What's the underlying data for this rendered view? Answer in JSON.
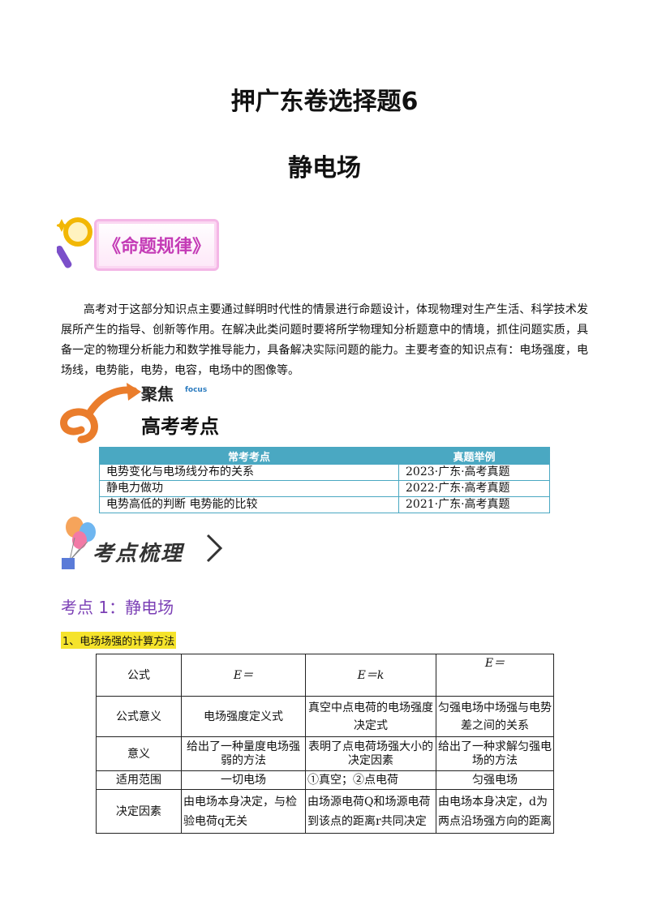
{
  "title": "押广东卷选择题6",
  "subtitle": "静电场",
  "banner_rules": "《命题规律》",
  "intro": "高考对于这部分知识点主要通过鲜明时代性的情景进行命题设计，体现物理对生产生活、科学技术发展所产生的指导、创新等作用。在解决此类问题时要将所学物理知分析题意中的情境，抓住问题实质，具备一定的物理分析能力和数学推导能力，具备解决实际问题的能力。主要考查的知识点有：电场强度，电场线，电势能，电势，电容，电场中的图像等。",
  "banner_focus": {
    "line1": "聚焦",
    "tag": "focus",
    "line2": "高考考点"
  },
  "exam_table": {
    "headers": [
      "常考考点",
      "真题举例"
    ],
    "rows": [
      [
        "电势变化与电场线分布的关系",
        "2023·广东·高考真题"
      ],
      [
        "静电力做功",
        "2022·广东·高考真题"
      ],
      [
        "电势高低的判断  电势能的比较",
        "2021·广东·高考真题"
      ]
    ]
  },
  "banner_review": "考点梳理",
  "section_title": "考点 1：静电场",
  "sub_title": "1、电场场强的计算方法",
  "main_table": {
    "r0": {
      "c0": "公式",
      "c1": "E＝",
      "c2": "E＝k",
      "c3": "E＝"
    },
    "r1": {
      "c0": "公式意义",
      "c1": "电场强度定义式",
      "c2": "真空中点电荷的电场强度决定式",
      "c3": "匀强电场中场强与电势差之间的关系"
    },
    "r2": {
      "c0": "意义",
      "c1": "给出了一种量度电场强弱的方法",
      "c2": "表明了点电荷场强大小的决定因素",
      "c3": "给出了一种求解匀强电场的方法"
    },
    "r3": {
      "c0": "适用范围",
      "c1": "一切电场",
      "c2": "①真空；②点电荷",
      "c3": "匀强电场"
    },
    "r4": {
      "c0": "决定因素",
      "c1": "由电场本身决定，与检验电荷q无关",
      "c2": "由场源电荷Q和场源电荷到该点的距离r共同决定",
      "c3": "由电场本身决定，d为两点沿场强方向的距离"
    }
  }
}
